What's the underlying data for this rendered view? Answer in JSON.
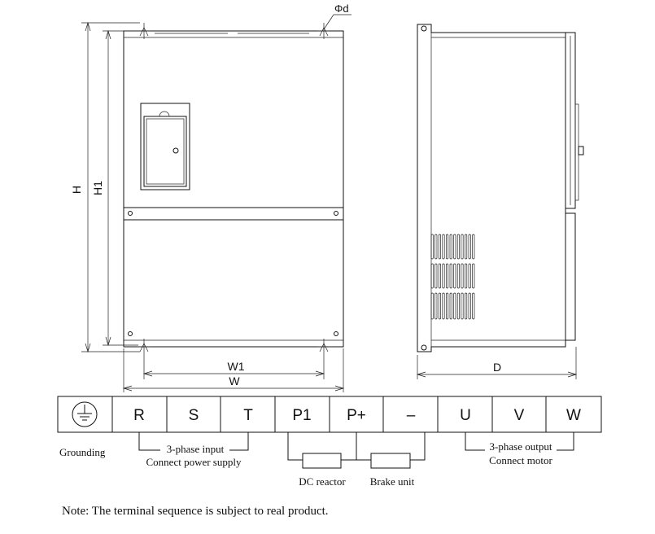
{
  "dimensions": {
    "phi_d": "Φd",
    "H": "H",
    "H1": "H1",
    "W1": "W1",
    "W": "W",
    "D": "D"
  },
  "terminals": [
    {
      "id": "ground",
      "label": "",
      "icon": "ground-icon"
    },
    {
      "id": "R",
      "label": "R"
    },
    {
      "id": "S",
      "label": "S"
    },
    {
      "id": "T",
      "label": "T"
    },
    {
      "id": "P1",
      "label": "P1"
    },
    {
      "id": "Pplus",
      "label": "P+"
    },
    {
      "id": "minus",
      "label": "–"
    },
    {
      "id": "U",
      "label": "U"
    },
    {
      "id": "V",
      "label": "V"
    },
    {
      "id": "W",
      "label": "W"
    }
  ],
  "annotations": {
    "grounding": "Grounding",
    "input_line1": "3-phase input",
    "input_line2": "Connect power supply",
    "dc_reactor": "DC reactor",
    "brake_unit": "Brake unit",
    "output_line1": "3-phase output",
    "output_line2": "Connect motor"
  },
  "note": "Note: The terminal sequence is subject to real product."
}
